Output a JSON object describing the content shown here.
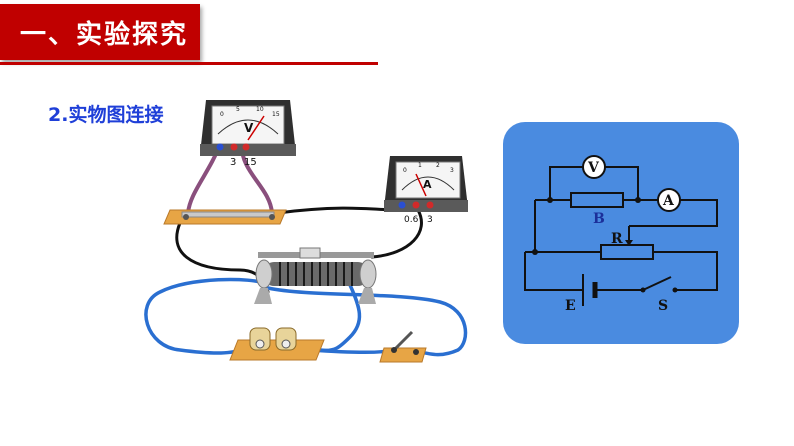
{
  "header": {
    "title": "一、实验探究"
  },
  "section": {
    "subtitle": "2.实物图连接"
  },
  "voltmeter": {
    "symbol": "V",
    "scale_labels": [
      "0",
      "5",
      "10",
      "15"
    ],
    "terminal_labels": [
      "-",
      "3",
      "15"
    ]
  },
  "ammeter": {
    "symbol": "A",
    "scale_labels": [
      "0",
      "1",
      "2",
      "3"
    ],
    "terminal_labels": [
      "-",
      "0.6",
      "3"
    ]
  },
  "schematic": {
    "meter_v": "V",
    "meter_a": "A",
    "resistor": "B",
    "rheostat": "R",
    "battery": "E",
    "switch": "S"
  },
  "colors": {
    "title_bg": "#c00000",
    "subtitle": "#1f3fd8",
    "panel_bg": "#4a8be0",
    "wire_black": "#111111",
    "wire_blue": "#2a6fd1",
    "wire_purple": "#8a4f7d",
    "base_wood": "#e7a545"
  }
}
